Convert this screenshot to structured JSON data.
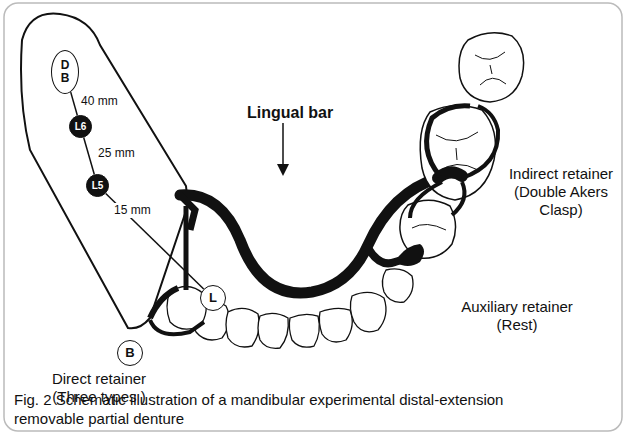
{
  "diagram": {
    "caption": "Fig. 2 Schematic illustration of a mandibular experimental distal-extension removable partial denture",
    "nodes": [
      {
        "text": [
          "D B"
        ]
      },
      {
        "text": [
          "L6"
        ]
      },
      {
        "text": [
          "L5"
        ]
      },
      {
        "text": [
          "L"
        ]
      },
      {
        "text": [
          "B"
        ]
      }
    ],
    "edges": [
      {
        "from": 0,
        "to": 1,
        "arrow": "none"
      },
      {
        "from": 1,
        "to": 2,
        "arrow": "none"
      },
      {
        "from": 2,
        "to": 3,
        "arrow": "none"
      }
    ],
    "labels": [
      "40 mm",
      "25 mm",
      "15 mm",
      "Lingual bar",
      "Indirect retainer (Double Akers Clasp)",
      "Auxiliary retainer (Rest)",
      "Direct retainer (Three types )"
    ]
  }
}
